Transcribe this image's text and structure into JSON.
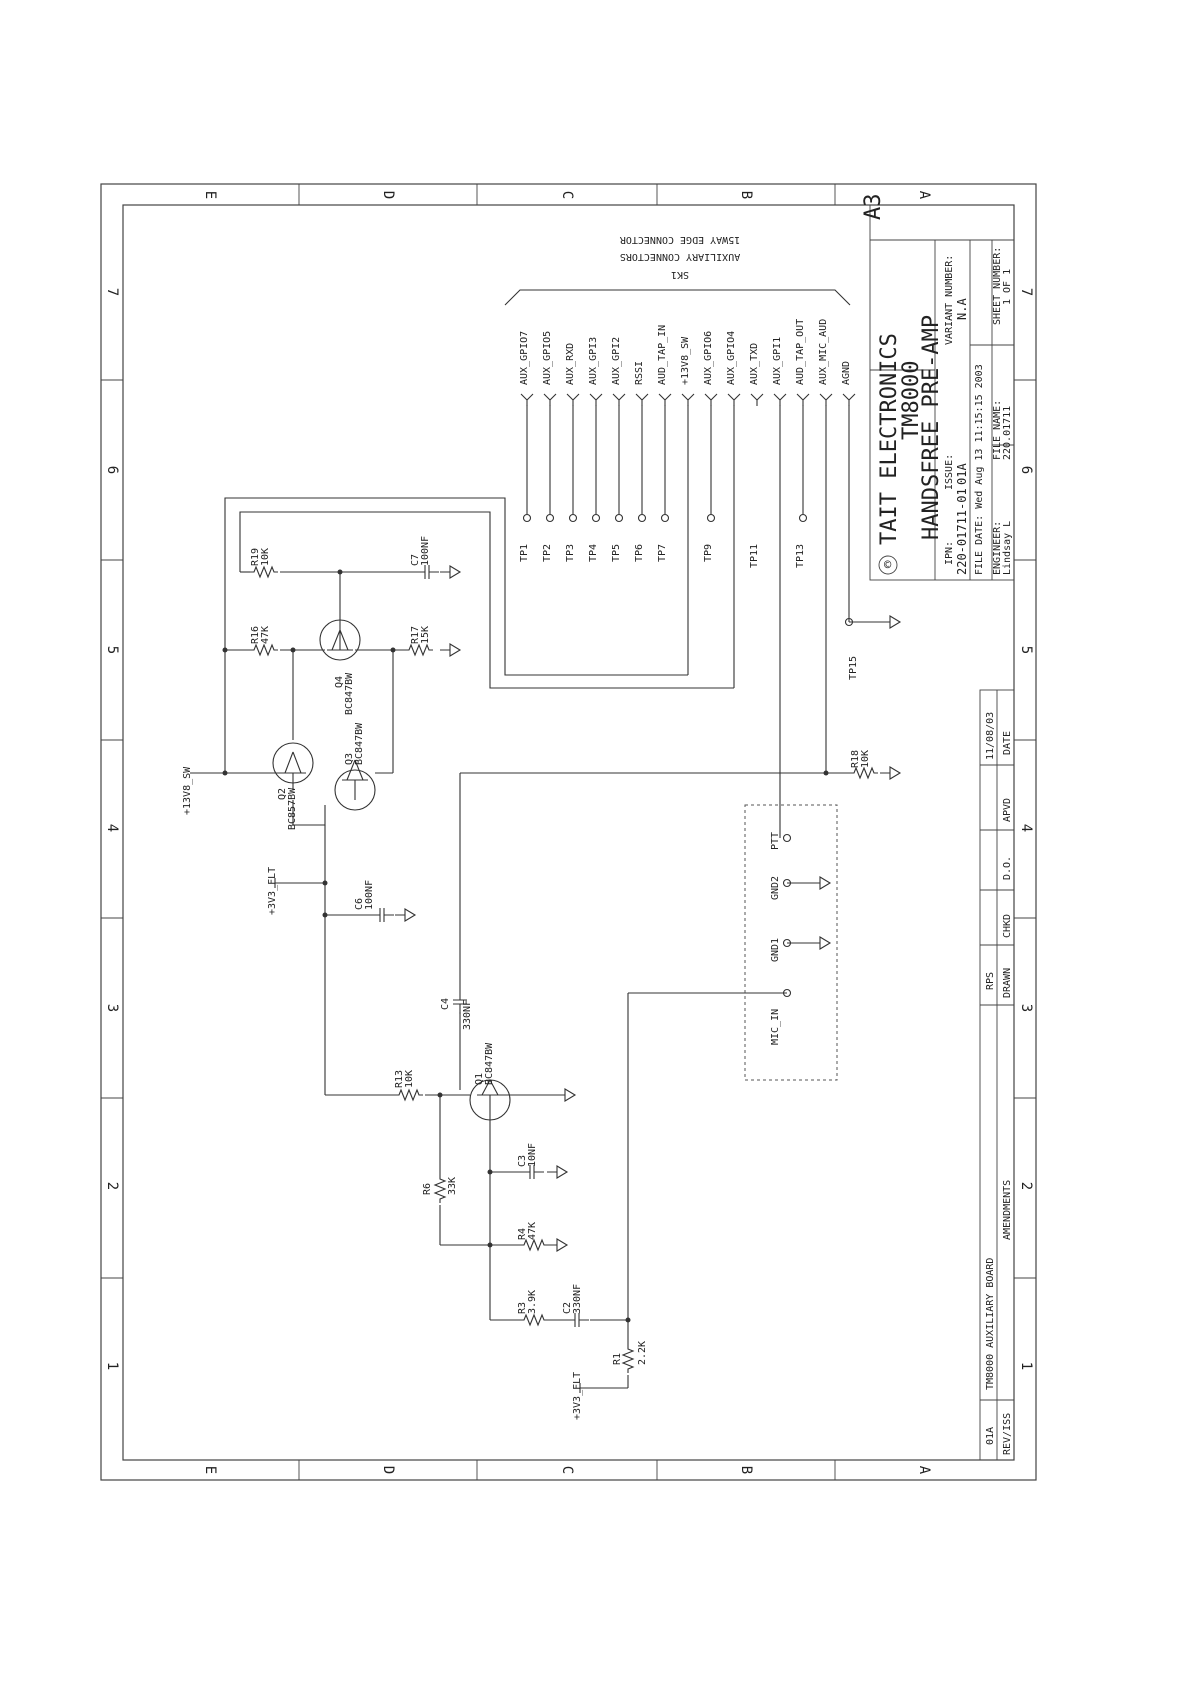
{
  "zones": {
    "letters": [
      "E",
      "D",
      "C",
      "B",
      "A"
    ],
    "numbers": [
      "1",
      "2",
      "3",
      "4",
      "5",
      "6",
      "7"
    ]
  },
  "title_block": {
    "company": "TAIT ELECTRONICS",
    "copyright_symbol": "©",
    "sheet_size": "A3",
    "product": "TM8000",
    "title": "HANDSFREE PRE-AMP",
    "ipn_label": "IPN:",
    "ipn": "220-01711-01",
    "issue_label": "ISSUE:",
    "issue": "01A",
    "variant_label": "VARIANT NUMBER:",
    "variant": "N.A",
    "file_date": "FILE DATE: Wed Aug 13 11:15:15 2003",
    "engineer_label": "ENGINEER:",
    "engineer": "Lindsay L",
    "file_name_label": "FILE NAME:",
    "file_name": "220.01711",
    "sheet_label": "SHEET NUMBER:",
    "sheet": "1 OF 1"
  },
  "revision_table": {
    "headers": [
      "REV/ISS",
      "AMENDMENTS",
      "DRAWN",
      "CHKD",
      "D.O.",
      "APVD",
      "DATE"
    ],
    "rows": [
      {
        "rev": "01A",
        "amendment": "TM8000 AUXILIARY BOARD",
        "drawn": "RPS",
        "chkd": "",
        "do": "",
        "apvd": "",
        "date": "11/08/03"
      }
    ]
  },
  "connector": {
    "ref": "SK1",
    "desc1": "AUXILIARY CONNECTORS",
    "desc2": "15WAY EDGE CONNECTOR",
    "pins": [
      "AUX_GPIO7",
      "AUX_GPIO5",
      "AUX_RXD",
      "AUX_GPI3",
      "AUX_GPI2",
      "RSSI",
      "AUD_TAP_IN",
      "+13V8_SW",
      "AUX_GPIO6",
      "AUX_GPIO4",
      "AUX_TXD",
      "AUX_GPI1",
      "AUD_TAP_OUT",
      "AUX_MIC_AUD",
      "AGND"
    ]
  },
  "test_points": {
    "tp1": "TP1",
    "tp2": "TP2",
    "tp3": "TP3",
    "tp4": "TP4",
    "tp5": "TP5",
    "tp6": "TP6",
    "tp7": "TP7",
    "tp9": "TP9",
    "tp11": "TP11",
    "tp13": "TP13",
    "tp15": "TP15"
  },
  "mic_block": {
    "mic_in": "MIC_IN",
    "gnd1": "GND1",
    "gnd2": "GND2",
    "ptt": "PTT"
  },
  "power": {
    "v13": "+13V8_SW",
    "v3a": "+3V3_FLT",
    "v3b": "+3V3_FLT"
  },
  "parts": {
    "q1": {
      "ref": "Q1",
      "val": "BC847BW"
    },
    "q2": {
      "ref": "Q2",
      "val": "BC857BW"
    },
    "q3": {
      "ref": "Q3",
      "val": "BC847BW"
    },
    "q4": {
      "ref": "Q4",
      "val": "BC847BW"
    },
    "r1": {
      "ref": "R1",
      "val": "2.2K"
    },
    "r3": {
      "ref": "R3",
      "val": "3.9K"
    },
    "r4": {
      "ref": "R4",
      "val": "47K"
    },
    "r6": {
      "ref": "R6",
      "val": "33K"
    },
    "r13": {
      "ref": "R13",
      "val": "10K"
    },
    "r16": {
      "ref": "R16",
      "val": "47K"
    },
    "r17": {
      "ref": "R17",
      "val": "15K"
    },
    "r18": {
      "ref": "R18",
      "val": "10K"
    },
    "r19": {
      "ref": "R19",
      "val": "10K"
    },
    "c2": {
      "ref": "C2",
      "val": "330NF"
    },
    "c3": {
      "ref": "C3",
      "val": "10NF"
    },
    "c4": {
      "ref": "C4",
      "val": "330NF"
    },
    "c6": {
      "ref": "C6",
      "val": "100NF"
    },
    "c7": {
      "ref": "C7",
      "val": "100NF"
    }
  }
}
